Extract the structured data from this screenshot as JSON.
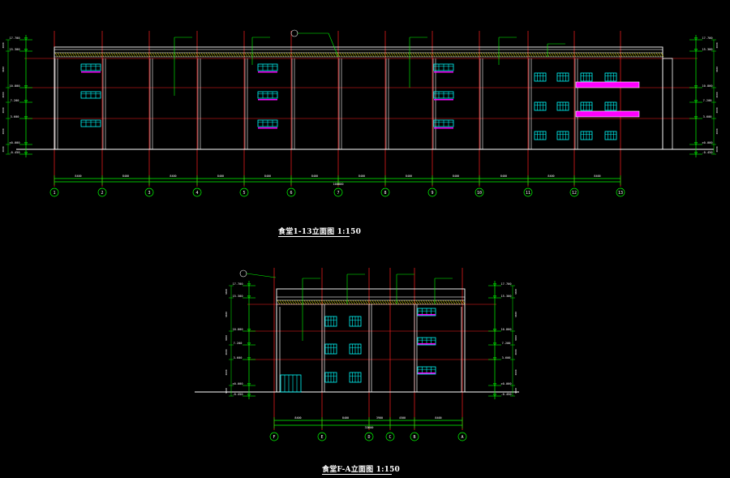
{
  "drawing_1": {
    "title": "食堂1-13立面图 1:150",
    "axes": [
      "1",
      "2",
      "3",
      "4",
      "5",
      "6",
      "7",
      "8",
      "9",
      "10",
      "11",
      "12",
      "13"
    ],
    "dims": [
      "8400",
      "8400",
      "8400",
      "8400",
      "8400",
      "8400",
      "8400",
      "8400",
      "8400",
      "8400",
      "8400",
      "8400"
    ],
    "total_dim": "100800",
    "elev_left": [
      "17.700",
      "15.300",
      "10.800",
      "7.200",
      "3.600",
      "±0.000",
      "-0.450"
    ],
    "elev_right": [
      "17.700",
      "15.300",
      "10.800",
      "7.200",
      "3.600",
      "±0.000",
      "-0.450"
    ]
  },
  "drawing_2": {
    "title": "食堂F-A立面图 1:150",
    "axes": [
      "F",
      "E",
      "D",
      "C",
      "B",
      "A"
    ],
    "dims": [
      "8400",
      "8400",
      "3900",
      "4500",
      "8400"
    ],
    "total_dim": "33600",
    "elev_left": [
      "17.700",
      "15.300",
      "10.800",
      "7.200",
      "3.600",
      "±0.000",
      "-0.450"
    ],
    "elev_right": [
      "17.700",
      "15.300",
      "10.800",
      "7.200",
      "3.600",
      "±0.000",
      "-0.450"
    ]
  },
  "colors": {
    "red": "#ff2020",
    "green": "#00ff00",
    "cyan": "#00ffff",
    "white": "#ffffff",
    "yellow": "#ffff00",
    "magenta": "#ff00ff"
  }
}
